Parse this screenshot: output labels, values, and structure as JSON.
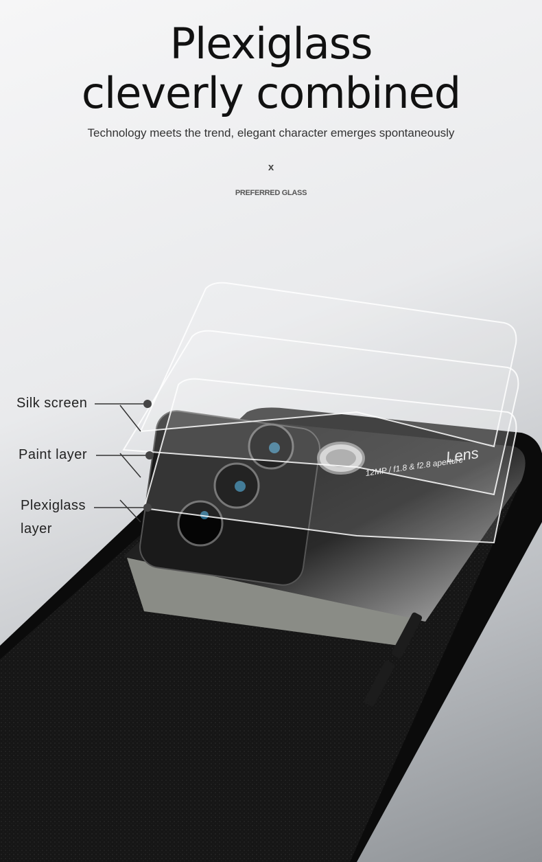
{
  "headline": {
    "line1": "Plexiglass",
    "line2": "cleverly combined"
  },
  "subtitle": "Technology meets the trend, elegant character emerges spontaneously",
  "separator": "x",
  "tagline": "PREFERRED GLASS",
  "callouts": [
    {
      "label": "Silk screen"
    },
    {
      "label": "Paint layer"
    },
    {
      "label": "Plexiglass",
      "label2": "layer"
    }
  ],
  "lens_print": {
    "title": "Lens",
    "spec": "12MP / f1.8 & f2.8 aperture"
  },
  "colors": {
    "case": "#0c0c0c",
    "leather_accent": "#8a8c86",
    "background": "#e9eaec"
  }
}
